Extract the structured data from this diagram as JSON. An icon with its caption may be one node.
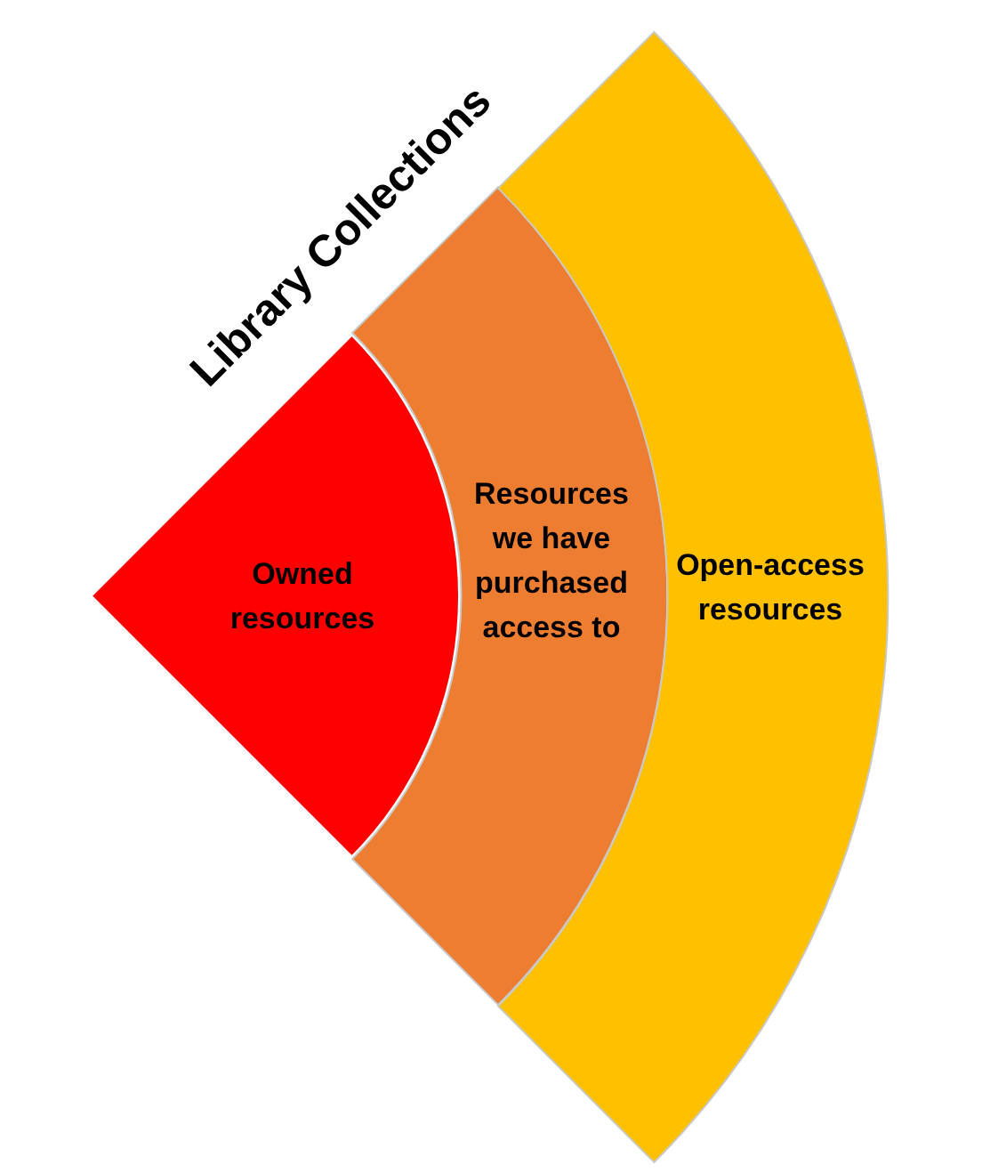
{
  "diagram": {
    "title": "Library Collections",
    "nodes": [
      {
        "text": [
          "Owned resources"
        ]
      },
      {
        "text": [
          "Resources we have purchased access to"
        ]
      },
      {
        "text": [
          "Open-access resources"
        ]
      }
    ]
  }
}
